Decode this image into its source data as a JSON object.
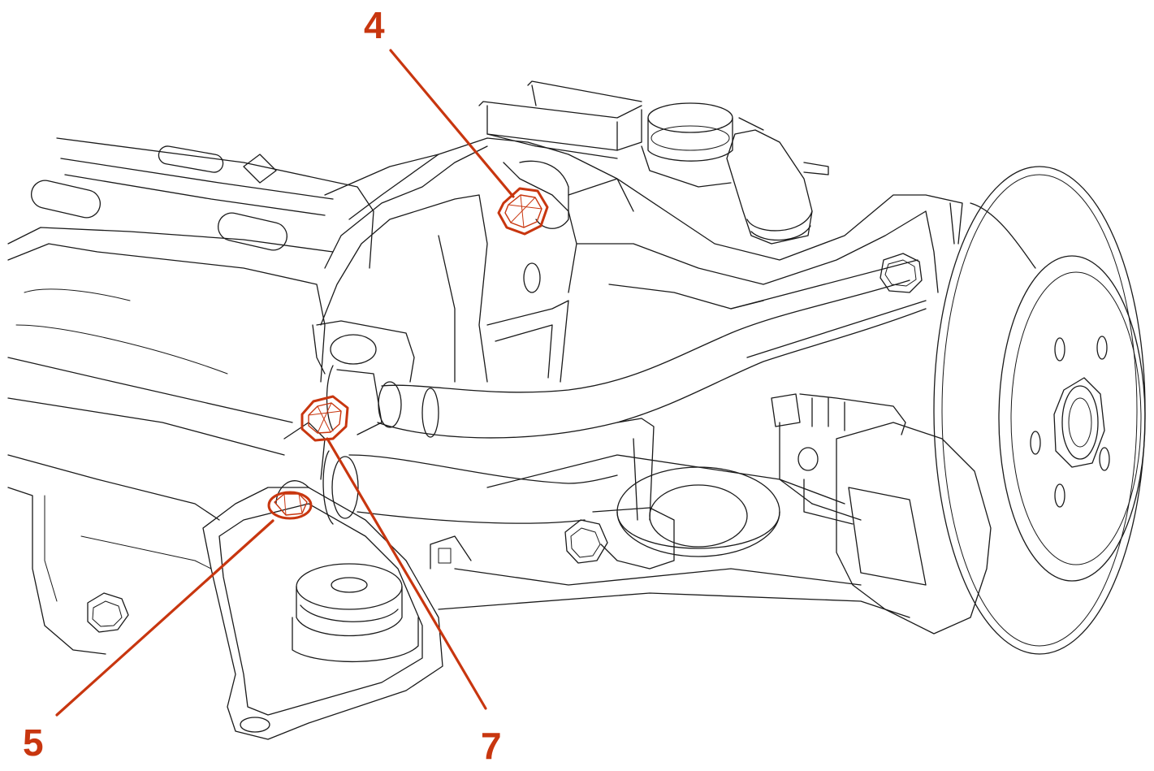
{
  "diagram": {
    "accent_color": "#C8360F",
    "line_color": "#1a1a1a",
    "callouts": [
      {
        "label": "4",
        "part": "bolt-upper"
      },
      {
        "label": "5",
        "part": "bolt-lower"
      },
      {
        "label": "7",
        "part": "bolt-middle"
      }
    ]
  }
}
